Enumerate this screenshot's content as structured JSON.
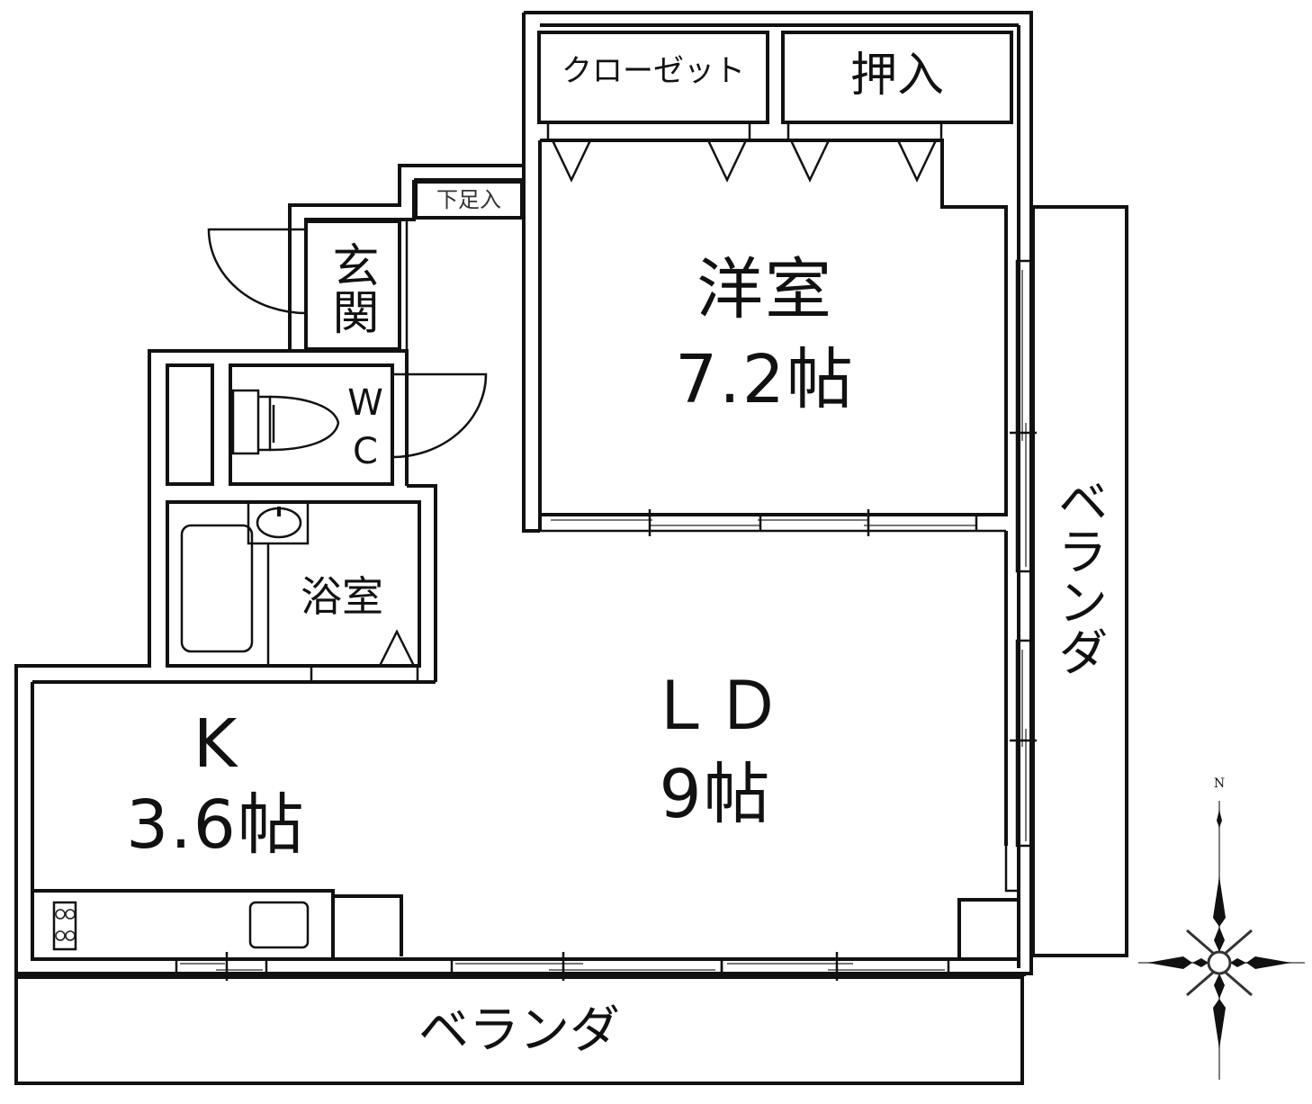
{
  "floor_plan": {
    "rooms": {
      "western_room": {
        "name": "洋室",
        "size": "7.2帖"
      },
      "living_dining": {
        "name": "ＬＤ",
        "size": "9帖"
      },
      "kitchen": {
        "name": "K",
        "size": "3.6帖"
      },
      "bathroom": {
        "name": "浴室"
      },
      "toilet": {
        "name_line1": "W",
        "name_line2": "C"
      },
      "entrance": {
        "name": "玄関"
      },
      "shoe_storage": {
        "name": "下足入"
      },
      "closet": {
        "name": "クローゼット"
      },
      "oshiire": {
        "name": "押入"
      },
      "veranda_south": {
        "name": "ベランダ"
      },
      "veranda_east": {
        "name": "ベランダ"
      }
    },
    "compass": {
      "north_label": "N"
    },
    "colors": {
      "line": "#111111",
      "background": "#ffffff"
    }
  }
}
